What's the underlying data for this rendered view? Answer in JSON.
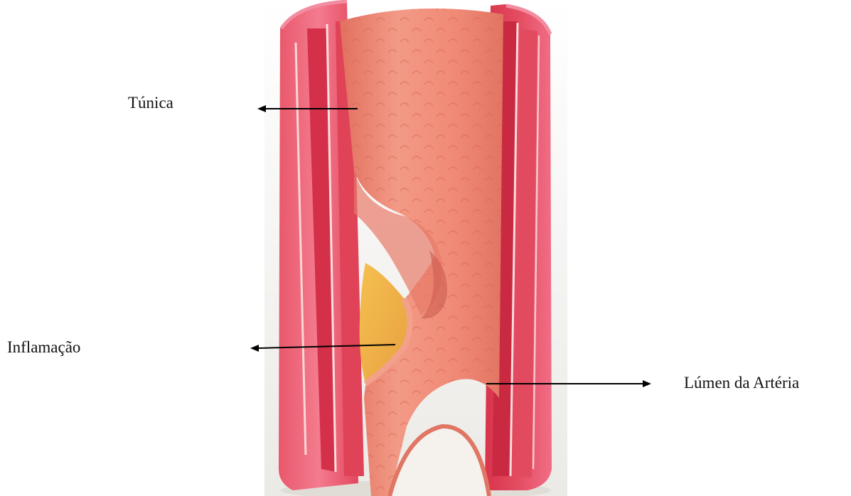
{
  "labels": {
    "tunica": "Túnica",
    "inflamacao": "Inflamação",
    "lumen": "Lúmen da Artéria"
  },
  "colors": {
    "outer_wall": "#e64a5a",
    "outer_wall_light": "#f07088",
    "middle_layer": "#d9324a",
    "inner_surface": "#f08a78",
    "inner_shadow": "#e07062",
    "plaque": "#f0b24a",
    "arrow": "#000000",
    "background": "#ffffff"
  }
}
